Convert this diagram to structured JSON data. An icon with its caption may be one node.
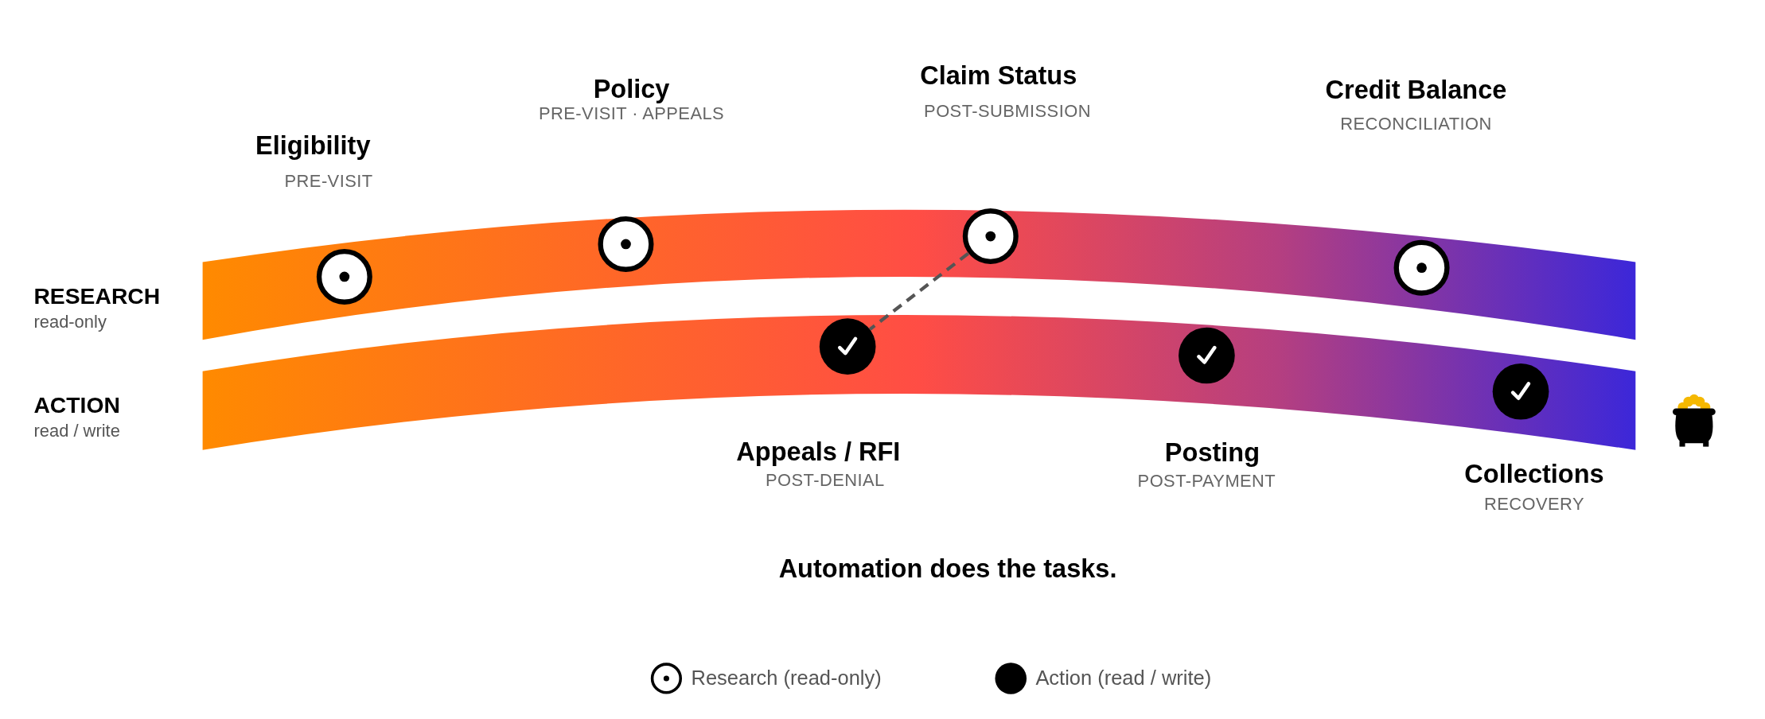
{
  "diagram": {
    "caption": "Automation does the tasks.",
    "nodes": [
      {
        "text": [],
        "shape": "band",
        "beside": [
          "RESEARCH",
          "read-only"
        ]
      },
      {
        "text": [],
        "shape": "target",
        "in": 0,
        "beside": [
          "Eligibility",
          "PRE-VISIT"
        ]
      },
      {
        "text": [],
        "shape": "target",
        "in": 0,
        "beside": [
          "Policy",
          "PRE-VISIT · APPEALS"
        ]
      },
      {
        "text": [],
        "shape": "target",
        "in": 0,
        "beside": [
          "Claim Status",
          "POST-SUBMISSION"
        ]
      },
      {
        "text": [],
        "shape": "target",
        "in": 0,
        "beside": [
          "Credit Balance",
          "RECONCILIATION"
        ]
      },
      {
        "text": [],
        "shape": "band",
        "beside": [
          "ACTION",
          "read / write"
        ]
      },
      {
        "text": [],
        "shape": "circle",
        "in": 5,
        "beside": [
          "Appeals / RFI",
          "POST-DENIAL"
        ]
      },
      {
        "text": [],
        "shape": "circle",
        "in": 5,
        "beside": [
          "Posting",
          "POST-PAYMENT"
        ]
      },
      {
        "text": [],
        "shape": "circle",
        "in": 5,
        "beside": [
          "Collections",
          "RECOVERY"
        ]
      }
    ],
    "edges": [
      {
        "from": 3,
        "to": 6,
        "arrow": "none",
        "style": "dashed"
      }
    ],
    "legend": [
      {
        "text": "Research (read-only)"
      },
      {
        "text": "Action (read / write)"
      }
    ]
  }
}
